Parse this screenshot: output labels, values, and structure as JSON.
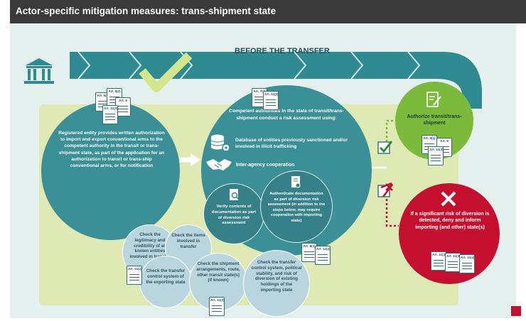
{
  "title": "Actor-specific mitigation measures: trans-shipment state",
  "stage_label": "BEFORE THE TRANSFER",
  "colors": {
    "teal": "#3b8f97",
    "teal_dark": "#36808a",
    "band": "#2f8a91",
    "authorize_green": "#7cba3c",
    "deny_red": "#c4102e",
    "light_green_panel": "#dfe9b4",
    "light_blue_circle": "#b9d6df"
  },
  "icons": [
    "building-icon",
    "checkmark-icon",
    "database-icon",
    "handshake-icon",
    "magnifier-document-icon",
    "document-icon",
    "checkbox-checked-icon",
    "checkbox-crossed-icon",
    "cross-icon",
    "logo-icon"
  ],
  "step1": {
    "text": "Registered entity provides written authorization to import and export conventional arms to the competent authority in the transit or trans-shipment state, as part of the application for an authorization to transit or trans-ship conventional arms, or for notification",
    "docs": [
      "Art. 5(5)",
      "Art. 5(2)",
      "Art. 9",
      "Art. 11(3)"
    ]
  },
  "step2": {
    "heading": "Competent authorities in the state of transit/trans-shipment conduct a risk assessment using:",
    "item1": "Database of entities previously sanctioned and/or involved in illicit trafficking",
    "item2": "Inter-agency cooperation",
    "docs": [
      "Art. 7(2)",
      "Art. 11(2)"
    ]
  },
  "sub_verify": "Verify contents of documentation as part of diversion risk assessment",
  "sub_authenticate": "Authenticate documentation as part of diversion risk assessment (in addition to the steps below, may require cooperation with importing state)",
  "sub_authenticate_docs": [
    "Art. 8(1)",
    "Art. 11(2)"
  ],
  "checks": {
    "legitimacy": "Check the legitimacy and credibility of all known entities involved in transfer",
    "items": "Check the items involved in transfer",
    "control_exporting": "Check the transfer control system of the exporting state",
    "shipment": "Check the shipment arrangements, route, other transit state(s) (if known)",
    "control_importing": "Check the transfer control system, political stability, and risk of diversion of existing holdings of the importing state",
    "doc_left": "Art. 11(2)",
    "doc_bottom": "Art. 11(2)"
  },
  "authorize": {
    "label": "Authorize transit/trans-shipment",
    "docs": [
      "Art. 9(1)",
      "Art. 9",
      "Art. 11(3)"
    ]
  },
  "deny": {
    "label": "If a significant risk of diversion is detected, deny and inform importing (and other) state(s)",
    "docs": [
      "Art. 11(2)",
      "Art. 11(3)",
      "Art. 11(4)"
    ]
  }
}
